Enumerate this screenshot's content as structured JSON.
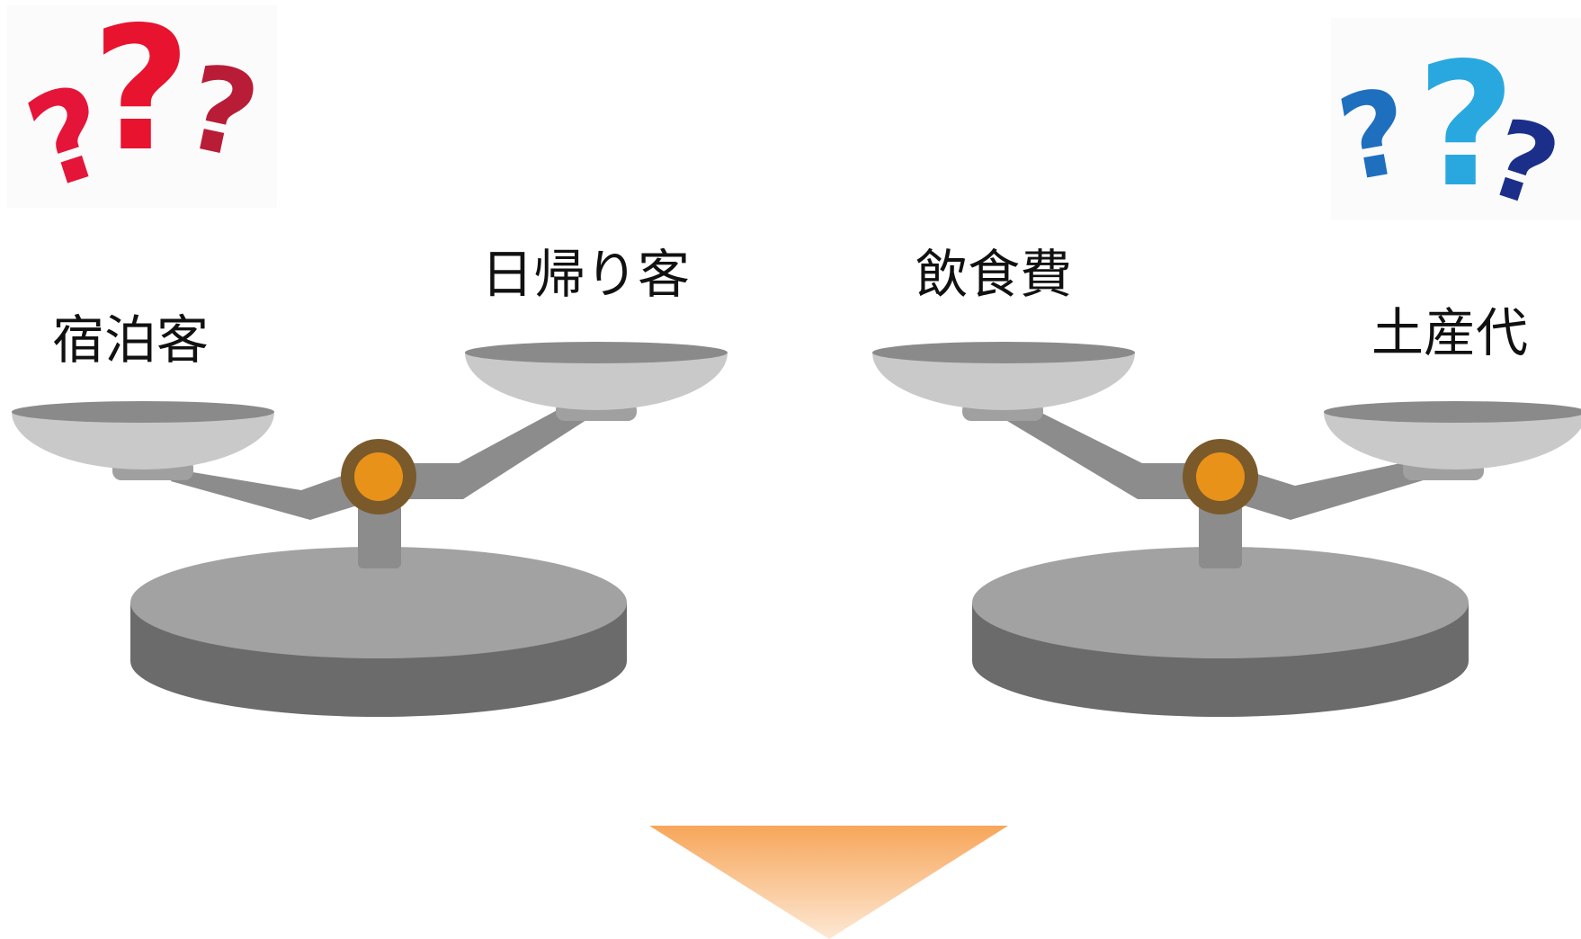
{
  "left_question_marks": {
    "icon": "question-marks-red",
    "colors": [
      "#e5153a",
      "#d11d2e",
      "#b81c36"
    ]
  },
  "right_question_marks": {
    "icon": "question-marks-blue",
    "colors": [
      "#1f6fbf",
      "#29a8e0",
      "#1b2f8a"
    ]
  },
  "left_scale": {
    "icon": "balance-scale-icon",
    "low_pan_label": "宿泊客",
    "high_pan_label": "日帰り客"
  },
  "right_scale": {
    "icon": "balance-scale-icon",
    "high_pan_label": "飲食費",
    "low_pan_label": "土産代"
  },
  "arrow": {
    "icon": "down-arrow-icon",
    "colors": [
      "#f7a65a",
      "#fde8d4"
    ]
  },
  "colors": {
    "pan_rim": "#8a8a8a",
    "pan_bowl": "#c9c9c9",
    "beam": "#8c8c8c",
    "base_top": "#a2a2a2",
    "base_side": "#6b6b6b",
    "pivot_ring": "#7a5a2a",
    "pivot_center": "#e8921a"
  }
}
